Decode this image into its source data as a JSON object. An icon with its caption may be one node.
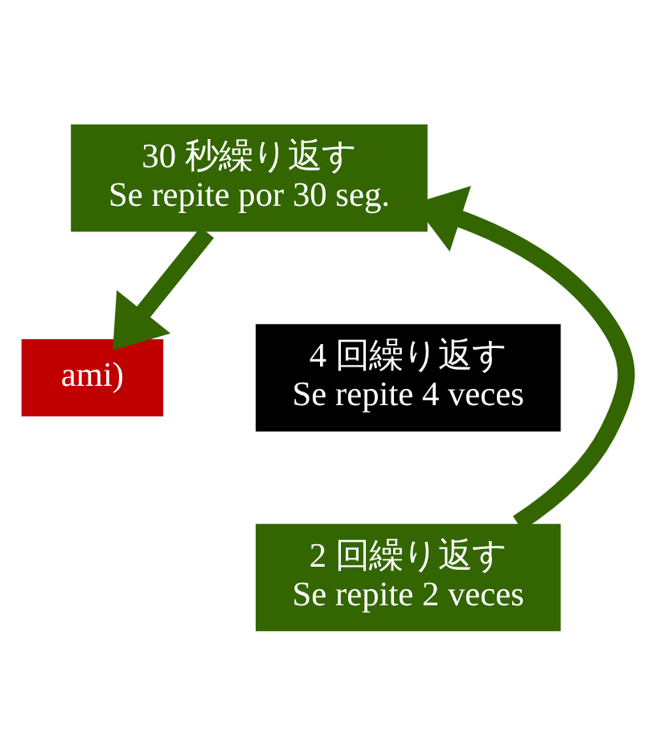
{
  "diagram": {
    "nodes": [
      {
        "text": [
          "30 秒繰り返す",
          "Se repite por 30 seg."
        ]
      },
      {
        "text": [
          "ami)"
        ]
      },
      {
        "text": [
          "4 回繰り返す",
          "Se repite 4 veces"
        ]
      },
      {
        "text": [
          "2 回繰り返す",
          "Se repite 2 veces"
        ]
      }
    ],
    "edges": [
      {
        "from": 0,
        "to": 1,
        "arrow": "to"
      },
      {
        "from": 3,
        "to": 0,
        "arrow": "to"
      }
    ]
  }
}
